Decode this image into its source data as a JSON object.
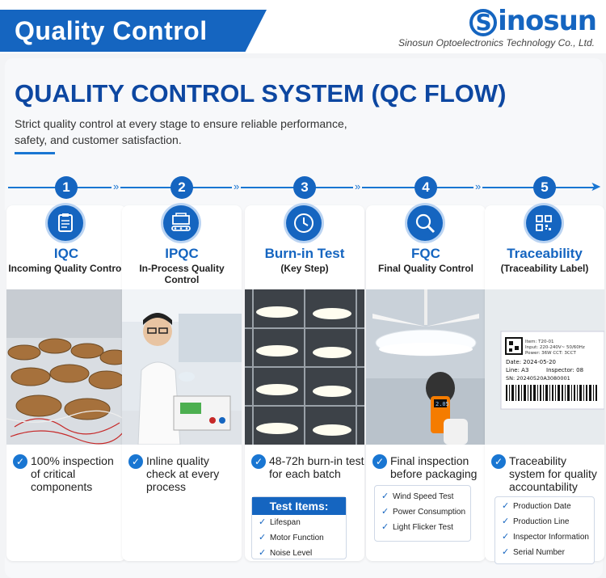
{
  "banner": {
    "title": "Quality Control"
  },
  "brand": {
    "logo": "Sinosun",
    "company": "Sinosun Optoelectronics Technology Co., Ltd."
  },
  "heading": {
    "title": "QUALITY CONTROL SYSTEM (QC FLOW)",
    "subtitle": "Strict quality control at every stage to ensure reliable performance, safety, and customer satisfaction."
  },
  "colors": {
    "accent": "#1565c0",
    "light": "#bbd4f2"
  },
  "steps": [
    {
      "num": "1",
      "icon": "clipboard-checklist-icon",
      "title": "IQC",
      "desc": "Incoming Quality Control",
      "caption": "100% inspection of critical components"
    },
    {
      "num": "2",
      "icon": "production-line-icon",
      "title": "IPQC",
      "desc": "In-Process Quality Control",
      "caption": "Inline quality check at every process"
    },
    {
      "num": "3",
      "icon": "clock-icon",
      "title": "Burn-in Test",
      "desc": "(Key Step)",
      "caption": "48-72h burn-in test for each batch",
      "list_title": "Test Items:",
      "items": [
        "Lifespan",
        "Motor Function",
        "Noise Level"
      ]
    },
    {
      "num": "4",
      "icon": "magnifier-icon",
      "title": "FQC",
      "desc": "Final Quality Control",
      "caption": "Final inspection before packaging",
      "items": [
        "Wind Speed Test",
        "Power Consumption",
        "Light Flicker Test"
      ]
    },
    {
      "num": "5",
      "icon": "qr-code-icon",
      "title": "Traceability",
      "desc": "(Traceability Label)",
      "caption": "Traceability system for quality accountability",
      "items": [
        "Production Date",
        "Production Line",
        "Inspector Information",
        "Serial Number"
      ]
    }
  ],
  "photo4": {
    "meter": "2.05"
  },
  "label": {
    "l1": "Item: T20-01",
    "l2": "Input: 220-240V~ 50/60Hz",
    "l3": "Power: 36W    CCT: 3CCT",
    "date": "Date: 2024-05-20",
    "line": "Line: A3",
    "inspector": "Inspector: 08",
    "sn": "SN: 20240520A3080001"
  }
}
